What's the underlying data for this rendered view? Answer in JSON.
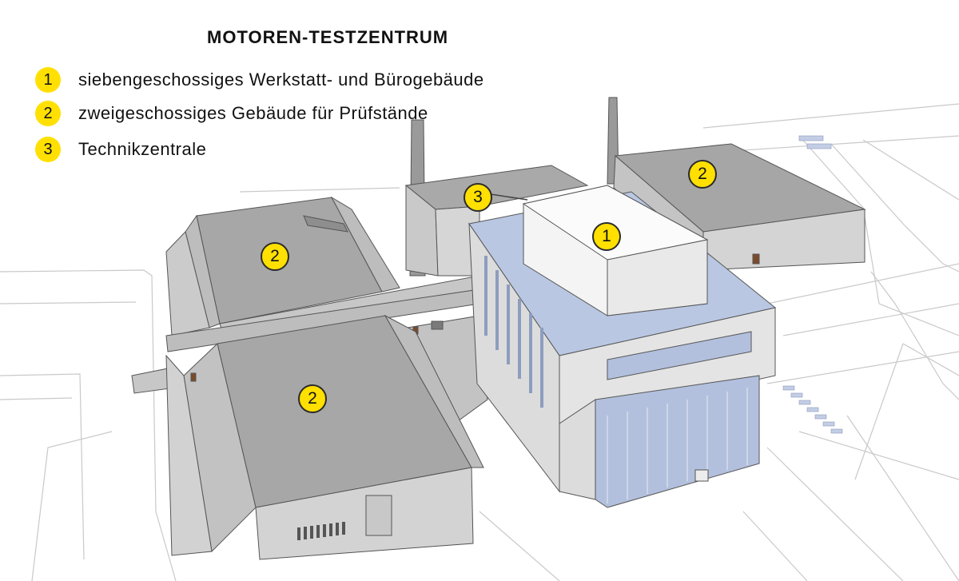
{
  "title": "MOTOREN-TESTZENTRUM",
  "legend": [
    {
      "number": "1",
      "text": "siebengeschossiges Werkstatt- und Bürogebäude"
    },
    {
      "number": "2",
      "text": "zweigeschossiges Gebäude für Prüfstände"
    },
    {
      "number": "3",
      "text": "Technikzentrale"
    }
  ],
  "markers": [
    {
      "label": "1"
    },
    {
      "label": "2"
    },
    {
      "label": "2"
    },
    {
      "label": "2"
    },
    {
      "label": "3"
    }
  ],
  "colors": {
    "badge": "#ffe000",
    "roof": "#a7a7a7",
    "wall": "#d6d6d6",
    "glass": "#b6c6e0"
  }
}
